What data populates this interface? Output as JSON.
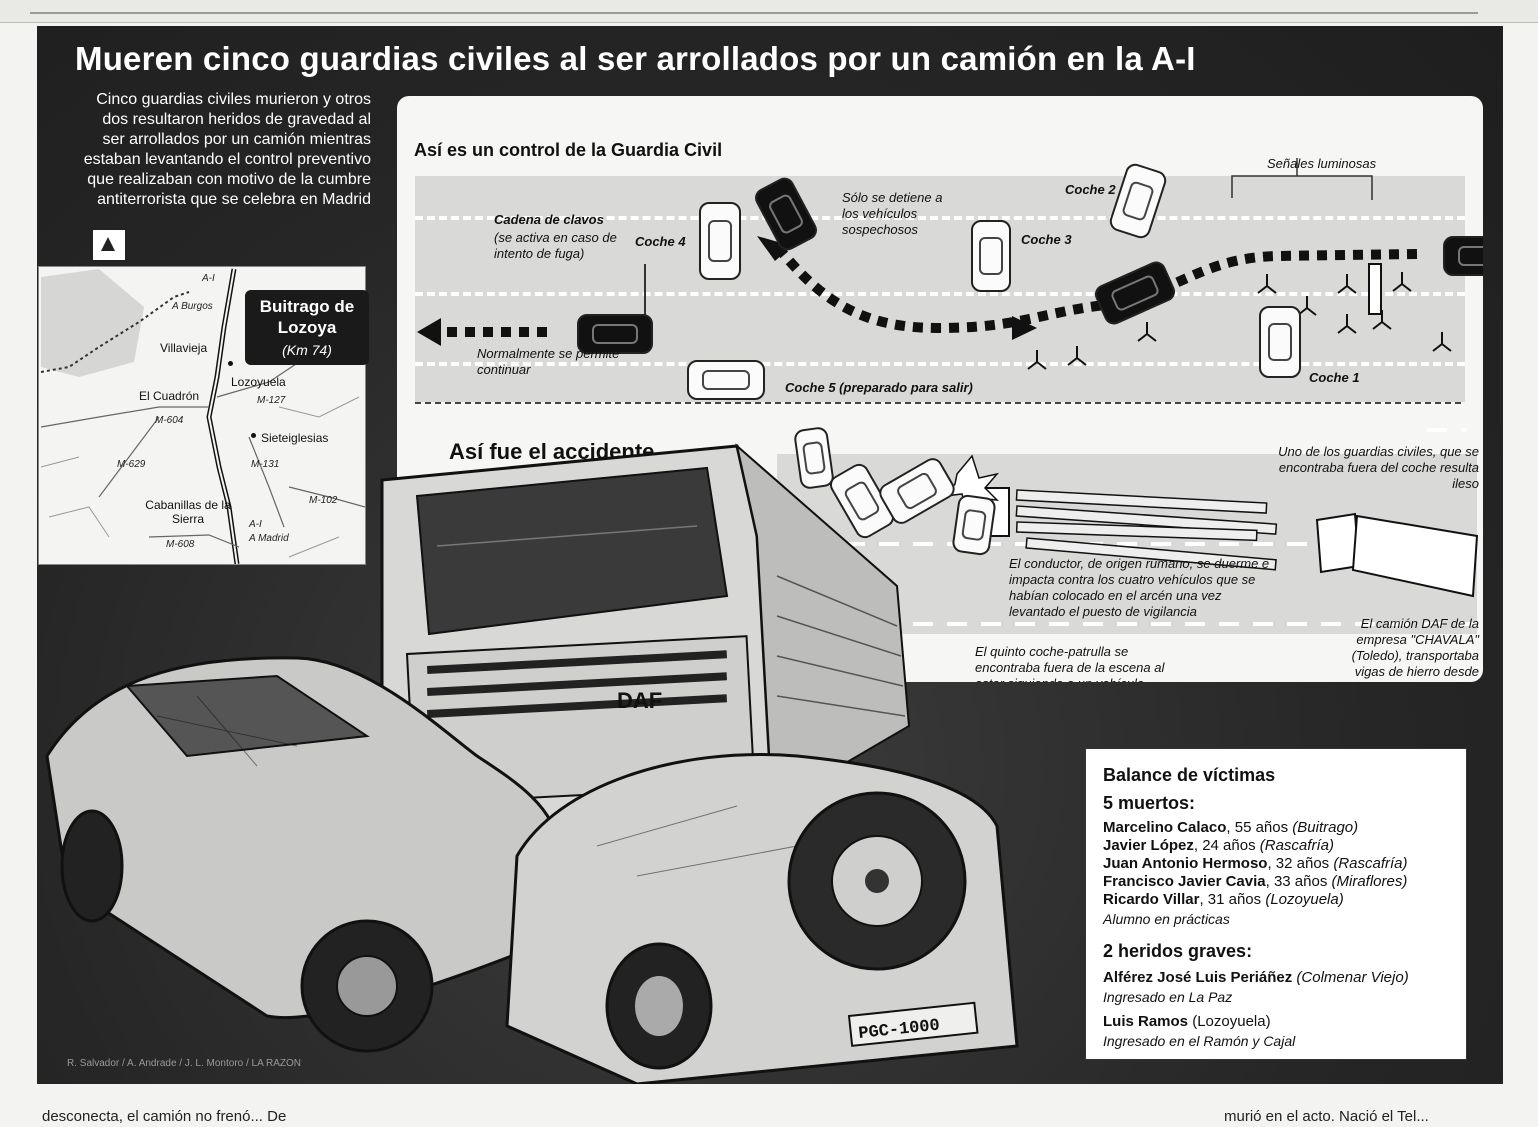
{
  "headline": "Mueren cinco guardias civiles al ser arrollados por un camión en la A-I",
  "intro": "Cinco guardias civiles murieron y otros dos resultaron heridos de gravedad al ser arrollados por un camión mientras estaban levantando el control preventivo que realizaban con motivo de la cumbre antiterrorista que se celebra en Madrid",
  "map": {
    "callout_place": "Buitrago de Lozoya",
    "callout_km": "(Km 74)",
    "places": {
      "villavieja": "Villavieja",
      "lozoyuela": "Lozoyuela",
      "el_cuadron": "El Cuadrón",
      "sieteiglesias": "Sieteiglesias",
      "cabanillas": "Cabanillas de la Sierra"
    },
    "roads": {
      "a1_north": "A-I",
      "burgos": "A Burgos",
      "a1_south": "A-I",
      "madrid": "A Madrid",
      "m127": "M-127",
      "m604": "M-604",
      "m629": "M-629",
      "m131": "M-131",
      "m102": "M-102",
      "m608": "M-608"
    }
  },
  "control": {
    "title": "Así es un control de la Guardia Civil",
    "senales": "Señales luminosas",
    "coche1": "Coche 1",
    "coche2": "Coche 2",
    "coche3": "Coche 3",
    "coche4": "Coche 4",
    "coche5": "Coche 5 (preparado para salir)",
    "cadena_title": "Cadena de clavos",
    "cadena_note": "(se activa en caso de intento de fuga)",
    "solo": "Sólo se detiene a los vehículos sospechosos",
    "normal": "Normalmente se permite continuar"
  },
  "accident": {
    "title": "Así fue el accidente",
    "guardia": "Uno de los guardias civiles, que se encontraba fuera del coche resulta ileso",
    "conductor": "El conductor, de origen rumano, se duerme e impacta contra los cuatro vehículos que se habían colocado en el arcén una vez levantado el puesto de vigilancia",
    "quinto": "El quinto coche-patrulla se encontraba fuera de la escena al estar siguiendo a un vehículo sospechoso",
    "camion": "El camión DAF de la empresa \"CHAVALA\" (Toledo), transportaba vigas de hierro desde el País Vasco",
    "plate": "PGC-1000",
    "truck_brand": "DAF"
  },
  "victims": {
    "title": "Balance de víctimas",
    "dead_title": "5 muertos:",
    "dead": [
      {
        "name": "Marcelino Calaco",
        "age": ", 55 años ",
        "place": "(Buitrago)"
      },
      {
        "name": "Javier López",
        "age": ", 24 años ",
        "place": "(Rascafría)"
      },
      {
        "name": "Juan Antonio Hermoso",
        "age": ", 32 años ",
        "place": "(Rascafría)"
      },
      {
        "name": "Francisco Javier Cavia",
        "age": ", 33 años ",
        "place": "(Miraflores)"
      },
      {
        "name": "Ricardo Villar",
        "age": ", 31 años ",
        "place": "(Lozoyuela)"
      }
    ],
    "note_alumno": "Alumno en prácticas",
    "injured_title": "2 heridos graves:",
    "injured": [
      {
        "name": "Alférez José Luis Periáñez",
        "place": " (Colmenar Viejo)",
        "note": "Ingresado en La  Paz"
      },
      {
        "name": "Luis Ramos",
        "place": " (Lozoyuela)",
        "note": "Ingresado en el Ramón y Cajal"
      }
    ]
  },
  "credits": "R. Salvador / A. Andrade / J. L. Montoro / LA RAZON",
  "bottom_text": {
    "left": "desconecta, el camión no frenó... De",
    "right": "murió en el acto. Nació el Tel..."
  }
}
